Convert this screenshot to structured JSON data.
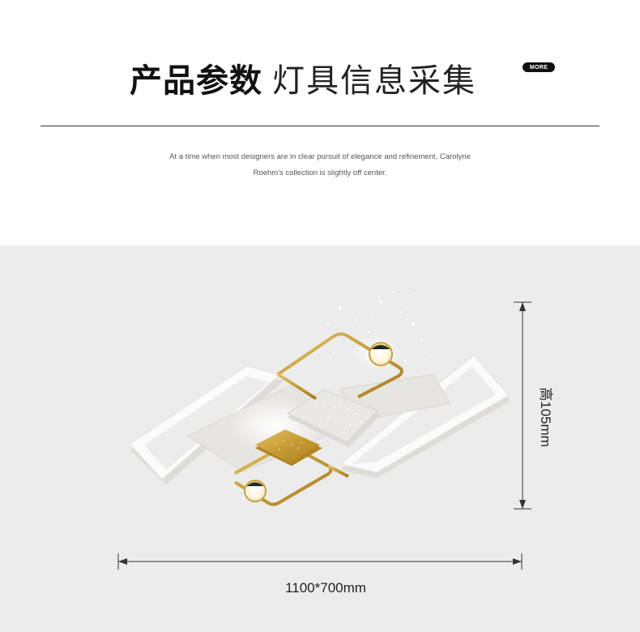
{
  "header": {
    "title_bold": "产品参数",
    "title_light": "灯具信息采集",
    "more_label": "MORE",
    "description_line1": "At a time when most designers are in clear pursuit of elegance and refinement, Carolyne",
    "description_line2": "Roehm's collection is slightly off center."
  },
  "product": {
    "height_label": "高105mm",
    "size_label": "1100*700mm"
  },
  "colors": {
    "panel_background": "#ececec",
    "gold": "#c9a13b",
    "frame_white": "#f7f7f7",
    "inner_grey": "#e4e2de",
    "text_dark": "#111111"
  }
}
